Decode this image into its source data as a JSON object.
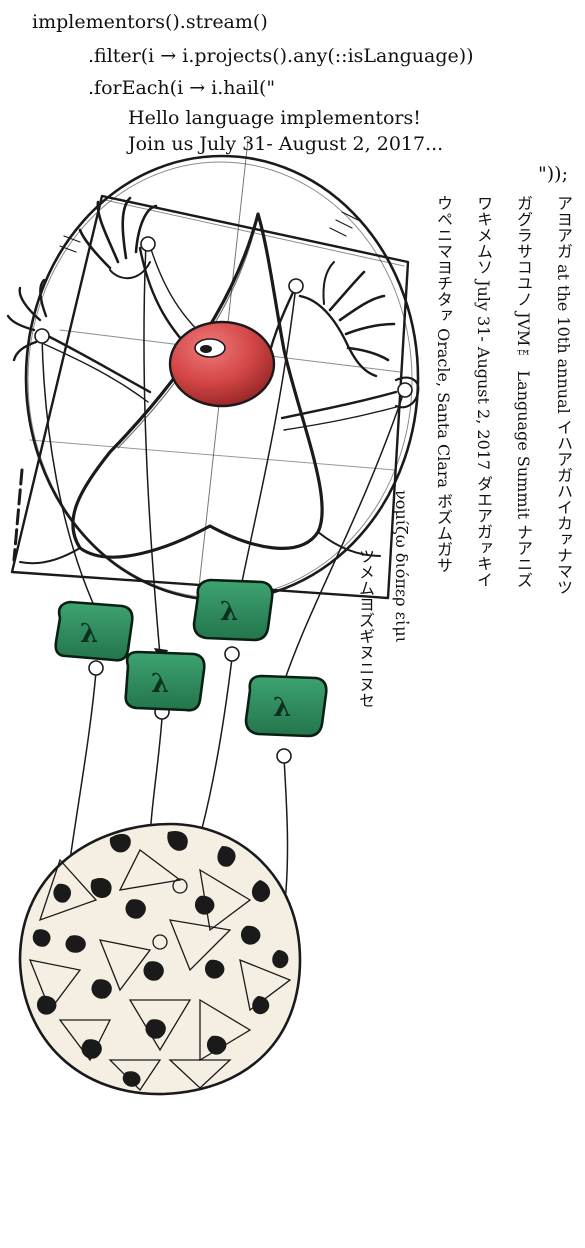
{
  "code_lines": [
    "implementors().stream()",
    ".filter(i → i.projects().any(::isLanguage))",
    ".forEach(i → i.hail(\"",
    "Hello language implementors!",
    "Join us July 31- August 2, 2017...",
    "\"));"
  ],
  "vertical_lines": [
    "アヨアガ  at the 10th annual  イハアガハイカァナマツ",
    "ガグラサコユノ  JVM™ Language Summit  ナアニズ",
    "ワキメムソ  July 31- August 2, 2017  ダエアガァキイ",
    "ウペニマヨチタァ  Oracle, Santa Clara  ボズムガサ",
    "νομίζω διόπερ εἰμι",
    "ツメムヨズギヌニヌセ"
  ],
  "lambda_symbol": "λ",
  "colors": {
    "lambda_fill": "#2e8a5c",
    "lambda_stroke": "#0a1f14",
    "nose_red": "#c73a3a",
    "sketch_line": "#1a1a1a"
  },
  "icons": [
    "duke-mascot-sketch-icon",
    "escher-sphere-icon",
    "lambda-box-icon"
  ]
}
